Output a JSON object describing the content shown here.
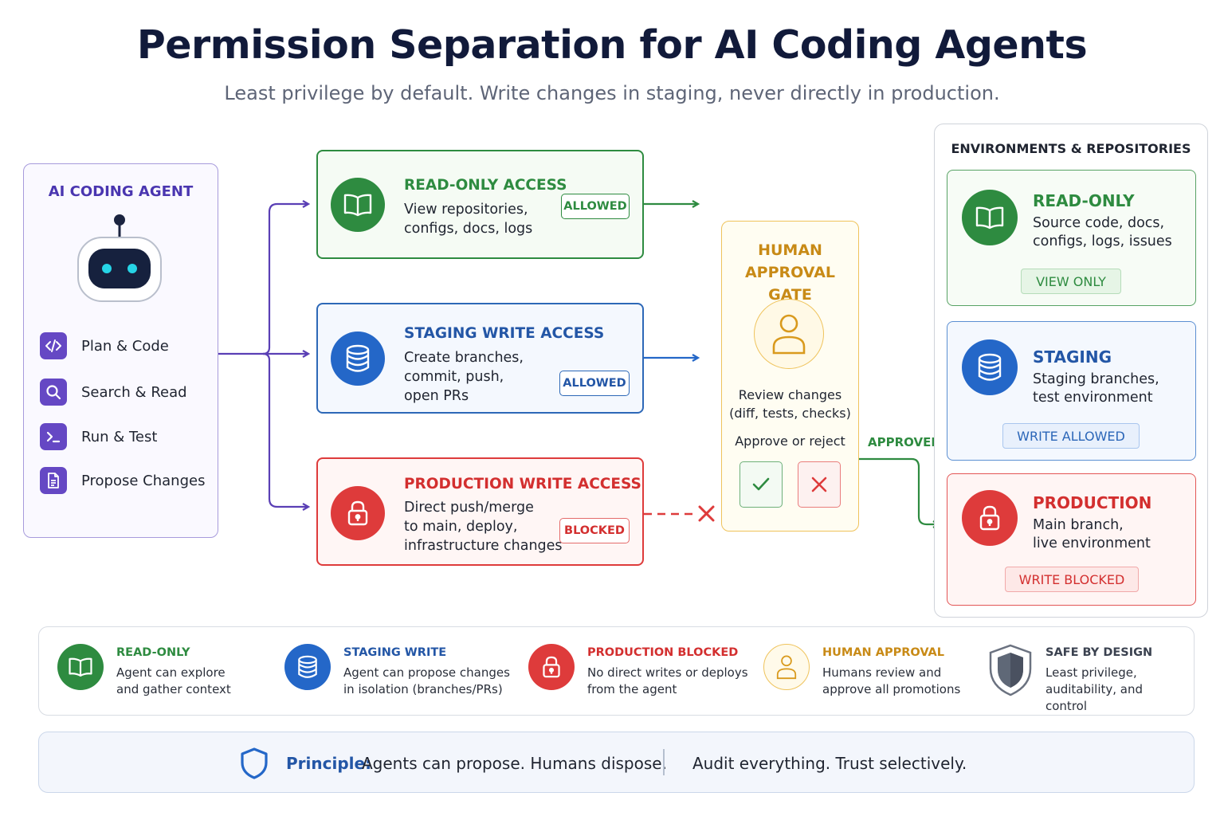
{
  "header": {
    "title": "Permission Separation for AI Coding Agents",
    "subtitle": "Least privilege by default. Write changes in staging, never directly in production."
  },
  "agent": {
    "title": "AI CODING AGENT",
    "icon": "robot-icon",
    "tools": [
      {
        "label": "Plan & Code",
        "icon": "code-icon"
      },
      {
        "label": "Search & Read",
        "icon": "search-icon"
      },
      {
        "label": "Run & Test",
        "icon": "terminal-icon"
      },
      {
        "label": "Propose Changes",
        "icon": "document-icon"
      }
    ]
  },
  "access": [
    {
      "title": "READ-ONLY ACCESS",
      "desc": "View repositories,\nconfigs, docs, logs",
      "badge": "ALLOWED",
      "icon": "book-icon",
      "color": "#2e8b40"
    },
    {
      "title": "STAGING WRITE ACCESS",
      "desc": "Create branches,\ncommit, push,\nopen PRs",
      "badge": "ALLOWED",
      "icon": "database-icon",
      "color": "#2467c8"
    },
    {
      "title": "PRODUCTION WRITE ACCESS",
      "desc": "Direct push/merge\nto main, deploy,\ninfrastructure changes",
      "badge": "BLOCKED",
      "icon": "lock-icon",
      "color": "#de3b3b"
    }
  ],
  "gate": {
    "title": "HUMAN\nAPPROVAL GATE",
    "review": "Review changes\n(diff, tests, checks)",
    "approve": "Approve or reject",
    "approved_label": "APPROVED",
    "icon": "person-icon",
    "color": "#c88a16"
  },
  "environments": {
    "title": "ENVIRONMENTS & REPOSITORIES",
    "items": [
      {
        "title": "READ-ONLY",
        "desc": "Source code, docs,\nconfigs, logs, issues",
        "pill": "VIEW ONLY",
        "icon": "book-icon"
      },
      {
        "title": "STAGING",
        "desc": "Staging branches,\ntest environment",
        "pill": "WRITE ALLOWED",
        "icon": "database-icon"
      },
      {
        "title": "PRODUCTION",
        "desc": "Main branch,\nlive environment",
        "pill": "WRITE BLOCKED",
        "icon": "lock-icon"
      }
    ]
  },
  "legend": [
    {
      "title": "READ-ONLY",
      "desc": "Agent can explore\nand gather context",
      "icon": "book-icon",
      "color": "#2e8b40"
    },
    {
      "title": "STAGING WRITE",
      "desc": "Agent can propose changes\nin isolation (branches/PRs)",
      "icon": "database-icon",
      "color": "#2467c8"
    },
    {
      "title": "PRODUCTION BLOCKED",
      "desc": "No direct writes or deploys\nfrom the agent",
      "icon": "lock-icon",
      "color": "#de3b3b"
    },
    {
      "title": "HUMAN APPROVAL",
      "desc": "Humans review and\napprove all promotions",
      "icon": "person-icon",
      "color": "#c88a16"
    },
    {
      "title": "SAFE BY DESIGN",
      "desc": "Least privilege,\nauditability, and control",
      "icon": "shield-icon",
      "color": "#3b4250"
    }
  ],
  "principle": {
    "label": "Principle:",
    "text1": "Agents can propose. Humans dispose.",
    "text2": "Audit everything. Trust selectively.",
    "icon": "shield-icon"
  }
}
